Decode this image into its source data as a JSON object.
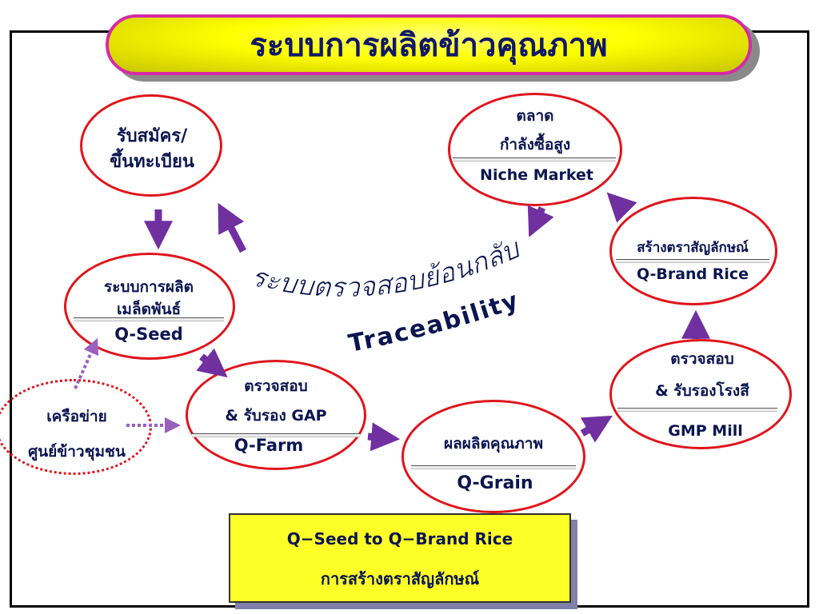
{
  "title": "ระบบการผลิตข้าวคุณภาพ",
  "nodes": {
    "register": {
      "line1": "รับสมัคร/",
      "line2": "ขึ้นทะเบียน"
    },
    "seed": {
      "line1": "ระบบการผลิต",
      "line2": "เมล็ดพันธ์",
      "tag": "Q-Seed"
    },
    "network": {
      "line1": "เครือข่าย",
      "line2": "ศูนย์ข้าวชุมชน"
    },
    "farm": {
      "line1": "ตรวจสอบ",
      "line2": "& รับรอง GAP",
      "tag": "Q-Farm"
    },
    "grain": {
      "line1": "ผลผลิตคุณภาพ",
      "tag": "Q-Grain"
    },
    "mill": {
      "line1": "ตรวจสอบ",
      "line2": "& รับรองโรงสี",
      "tag": "GMP Mill"
    },
    "brand": {
      "line1": "สร้างตราสัญลักษณ์",
      "tag": "Q-Brand Rice"
    },
    "market": {
      "line1": "ตลาด",
      "line2": "กำลังซื้อสูง",
      "tag": "Niche Market"
    }
  },
  "traceability": {
    "thai": "ระบบตรวจสอบย้อนกลับ",
    "english": "Traceability"
  },
  "summary": {
    "line1": "Q−Seed to Q−Brand Rice",
    "line2": "การสร้างตราสัญลักษณ์"
  },
  "colors": {
    "arrow": "#7030a0",
    "node_border": "#e0141c",
    "title_fill": "#ffff00",
    "title_border": "#d52aa6",
    "text": "#0a1550",
    "summary_fill": "#ffff28"
  }
}
